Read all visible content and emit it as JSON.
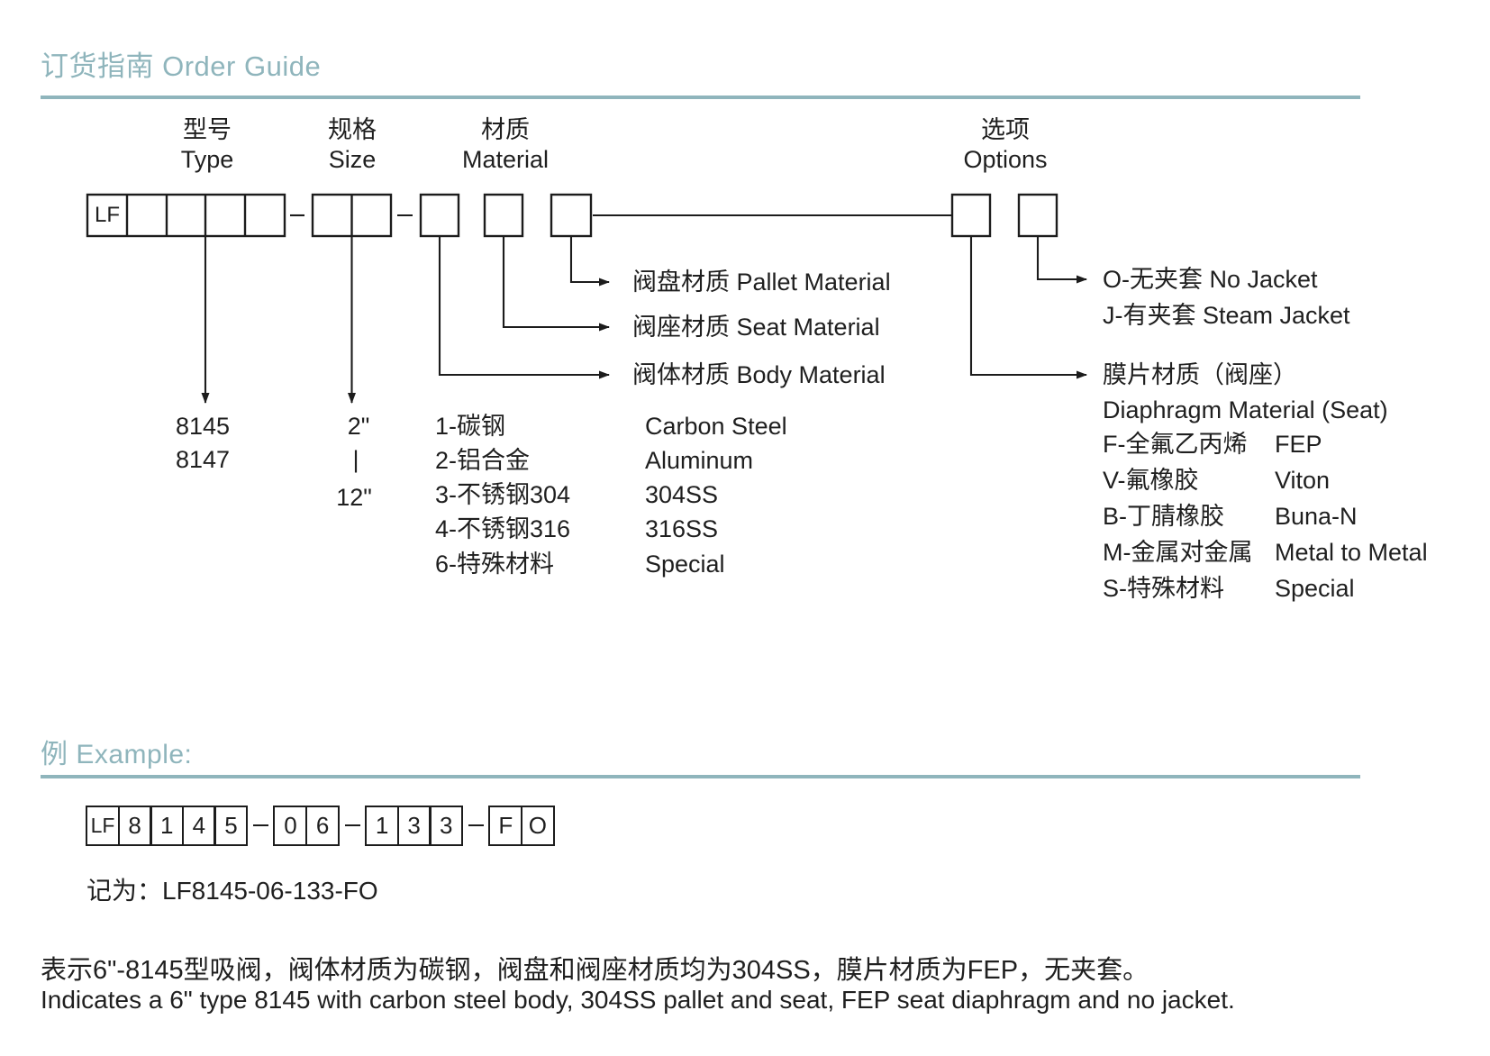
{
  "page": {
    "title": "订货指南 Order Guide",
    "accent_color": "#8fb5bc",
    "line_color": "#1c1c1c"
  },
  "diagram": {
    "prefix": "LF",
    "headers": [
      {
        "zh": "型号",
        "en": "Type"
      },
      {
        "zh": "规格",
        "en": "Size"
      },
      {
        "zh": "材质",
        "en": "Material"
      },
      {
        "zh": "选项",
        "en": "Options"
      }
    ],
    "type_options": [
      "8145",
      "8147"
    ],
    "size_options": [
      "2\"",
      "|",
      "12\""
    ],
    "material_arrow_labels": {
      "pallet": "阀盘材质 Pallet Material",
      "seat": "阀座材质 Seat Material",
      "body": "阀体材质 Body Material"
    },
    "material_options": [
      {
        "code": "1-碳钢",
        "en": "Carbon Steel"
      },
      {
        "code": "2-铝合金",
        "en": "Aluminum"
      },
      {
        "code": "3-不锈钢304",
        "en": "304SS"
      },
      {
        "code": "4-不锈钢316",
        "en": "316SS"
      },
      {
        "code": "6-特殊材料",
        "en": "Special"
      }
    ],
    "jacket_options": [
      "O-无夹套 No Jacket",
      "J-有夹套 Steam Jacket"
    ],
    "diaphragm": {
      "title_zh": "膜片材质（阀座）",
      "title_en": "Diaphragm Material (Seat)",
      "options": [
        {
          "code": "F-全氟乙丙烯",
          "en": "FEP"
        },
        {
          "code": "V-氟橡胶",
          "en": "Viton"
        },
        {
          "code": "B-丁腈橡胶",
          "en": "Buna-N"
        },
        {
          "code": "M-金属对金属",
          "en": "Metal to Metal"
        },
        {
          "code": "S-特殊材料",
          "en": "Special"
        }
      ]
    }
  },
  "example": {
    "title": "例 Example:",
    "groups": [
      {
        "cells": [
          "LF",
          "8",
          "1",
          "4",
          "5"
        ]
      },
      {
        "cells": [
          "0",
          "6"
        ]
      },
      {
        "cells": [
          "1",
          "3",
          "3"
        ]
      },
      {
        "cells": [
          "F",
          "O"
        ]
      }
    ],
    "note": "记为：LF8145-06-133-FO",
    "explanation_zh": "表示6\"-8145型吸阀，阀体材质为碳钢，阀盘和阀座材质均为304SS，膜片材质为FEP，无夹套。",
    "explanation_en": "Indicates a 6\" type 8145 with carbon steel body, 304SS pallet and seat, FEP seat diaphragm and no jacket."
  }
}
